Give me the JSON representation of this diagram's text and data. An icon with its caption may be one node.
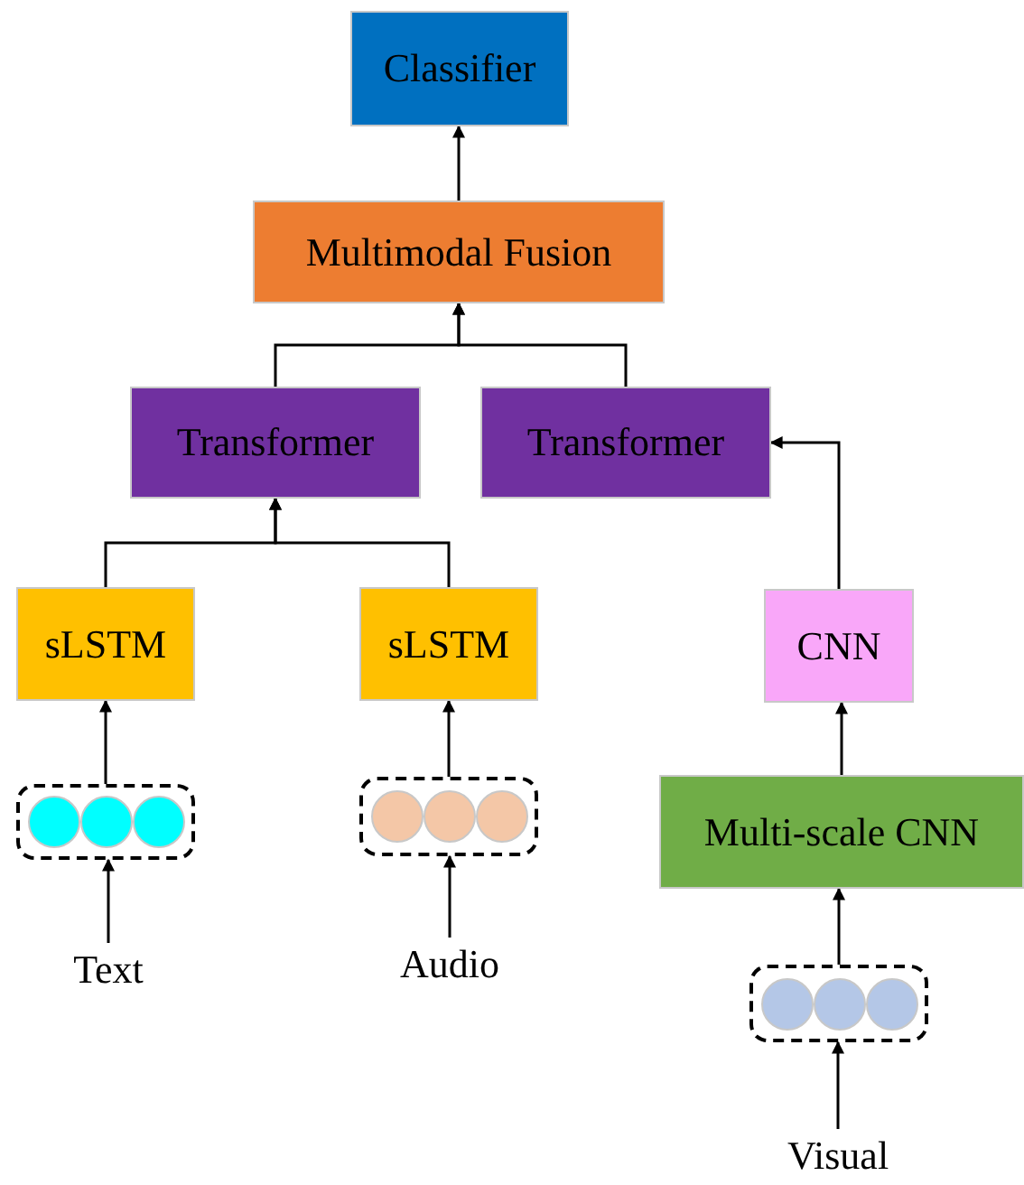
{
  "diagram": {
    "nodes": [
      {
        "text": [
          "Classifier"
        ]
      },
      {
        "text": [
          "Multimodal Fusion"
        ]
      },
      {
        "text": [
          "Transformer"
        ]
      },
      {
        "text": [
          "Transformer"
        ]
      },
      {
        "text": [
          "sLSTM"
        ]
      },
      {
        "text": [
          "sLSTM"
        ]
      },
      {
        "text": [
          "CNN"
        ]
      },
      {
        "text": [
          "Multi-scale CNN"
        ]
      },
      {
        "text": [],
        "shape": "box"
      },
      {
        "text": [],
        "shape": "box"
      },
      {
        "text": [],
        "shape": "box"
      },
      {
        "text": [
          "Text"
        ]
      },
      {
        "text": [
          "Audio"
        ]
      },
      {
        "text": [
          "Visual"
        ]
      }
    ],
    "edges": [
      {
        "from": 11,
        "to": 8,
        "arrow": "to"
      },
      {
        "from": 8,
        "to": 4,
        "arrow": "to"
      },
      {
        "from": 12,
        "to": 9,
        "arrow": "to"
      },
      {
        "from": 9,
        "to": 5,
        "arrow": "to"
      },
      {
        "from": 13,
        "to": 10,
        "arrow": "to"
      },
      {
        "from": 10,
        "to": 7,
        "arrow": "to"
      },
      {
        "from": 7,
        "to": 6,
        "arrow": "to"
      },
      {
        "from": 4,
        "to": 2,
        "arrow": "to"
      },
      {
        "from": 5,
        "to": 2,
        "arrow": "to"
      },
      {
        "from": 6,
        "to": 3,
        "arrow": "to"
      },
      {
        "from": 2,
        "to": 1,
        "arrow": "to"
      },
      {
        "from": 3,
        "to": 1,
        "arrow": "to"
      },
      {
        "from": 1,
        "to": 0,
        "arrow": "to"
      }
    ]
  }
}
